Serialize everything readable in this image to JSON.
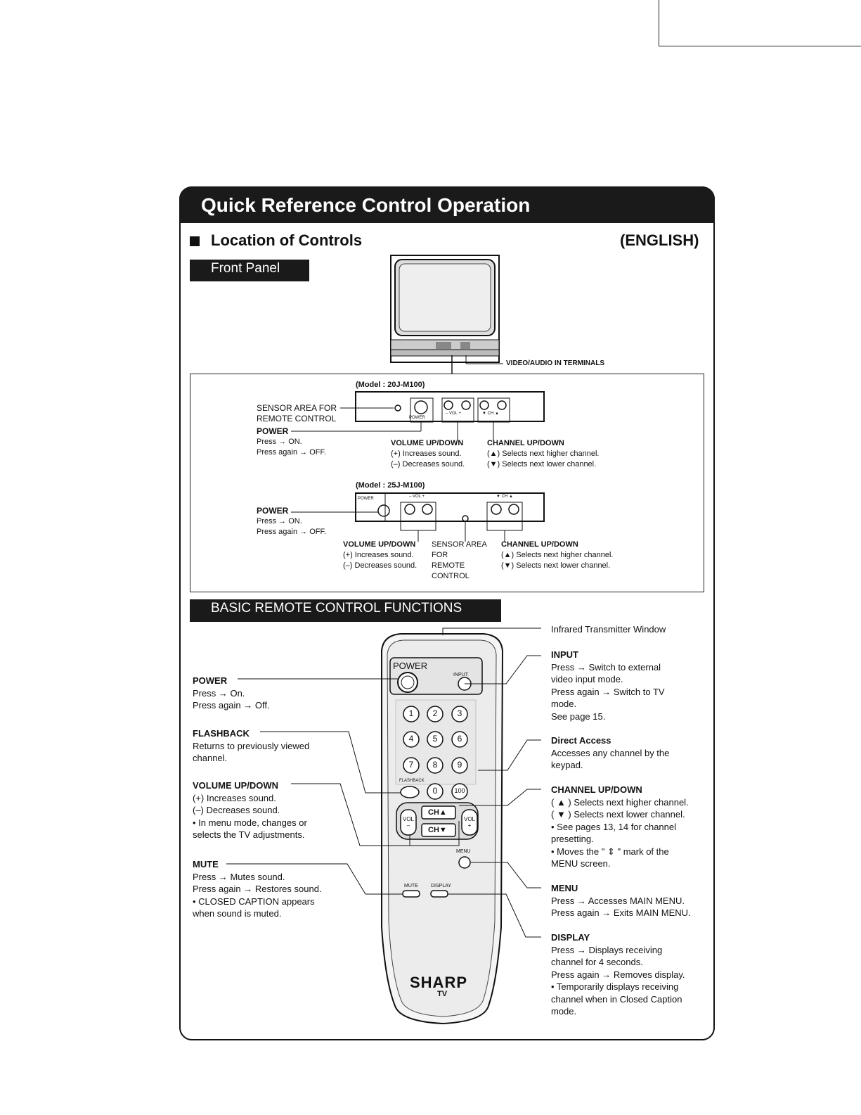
{
  "header": {
    "title": "Quick Reference Control Operation"
  },
  "section": {
    "title": "Location of Controls",
    "language": "(ENGLISH)"
  },
  "front_panel": {
    "tab": "Front Panel",
    "video_audio": "VIDEO/AUDIO IN TERMINALS",
    "model1": {
      "name": "(Model : 20J-M100)",
      "sensor": [
        "SENSOR AREA FOR",
        "REMOTE CONTROL"
      ],
      "power": {
        "title": "POWER",
        "lines": [
          "Press → ON.",
          "Press again → OFF."
        ]
      },
      "volume": {
        "title": "VOLUME UP/DOWN",
        "lines": [
          "(+) Increases sound.",
          "(–) Decreases sound."
        ]
      },
      "channel": {
        "title": "CHANNEL UP/DOWN",
        "lines": [
          "(▲) Selects next higher channel.",
          "(▼) Selects next lower channel."
        ]
      },
      "panel_labels": {
        "power": "POWER",
        "vol": "– VOL +",
        "ch": "▼ CH ▲"
      }
    },
    "model2": {
      "name": "(Model : 25J-M100)",
      "power": {
        "title": "POWER",
        "lines": [
          "Press → ON.",
          "Press again → OFF."
        ]
      },
      "volume": {
        "title": "VOLUME UP/DOWN",
        "lines": [
          "(+) Increases sound.",
          "(–) Decreases sound."
        ]
      },
      "sensor": [
        "SENSOR AREA",
        "FOR",
        "REMOTE",
        "CONTROL"
      ],
      "channel": {
        "title": "CHANNEL UP/DOWN",
        "lines": [
          "(▲) Selects next higher channel.",
          "(▼) Selects next lower channel."
        ]
      },
      "panel_labels": {
        "power": "POWER",
        "vol": "– VOL +",
        "ch": "▼ CH ▲"
      }
    }
  },
  "remote": {
    "tab": "BASIC REMOTE CONTROL FUNCTIONS",
    "left": {
      "power": {
        "title": "POWER",
        "lines": [
          "Press → On.",
          "Press again → Off."
        ]
      },
      "flashback": {
        "title": "FLASHBACK",
        "lines": [
          "Returns to previously viewed",
          "channel."
        ]
      },
      "volume": {
        "title": "VOLUME UP/DOWN",
        "lines": [
          "(+) Increases sound.",
          "(–) Decreases sound.",
          "• In menu mode, changes or",
          "   selects the TV adjustments."
        ]
      },
      "mute": {
        "title": "MUTE",
        "lines": [
          "Press → Mutes sound.",
          "Press again → Restores sound.",
          "• CLOSED CAPTION appears",
          "   when sound is muted."
        ]
      }
    },
    "right": {
      "infrared": "Infrared Transmitter Window",
      "input": {
        "title": "INPUT",
        "lines": [
          "Press → Switch to external",
          "video input mode.",
          "Press again → Switch to TV",
          "mode.",
          "See page 15."
        ]
      },
      "direct": {
        "title": "Direct Access",
        "lines": [
          "Accesses any channel by the",
          "keypad."
        ]
      },
      "channel": {
        "title": "CHANNEL UP/DOWN",
        "lines": [
          "( ▲ ) Selects next higher channel.",
          "( ▼ ) Selects next lower channel.",
          "• See pages 13, 14 for channel",
          "   presetting.",
          "• Moves the \" ⇕ \" mark of the",
          "   MENU screen."
        ]
      },
      "menu": {
        "title": "MENU",
        "lines": [
          "Press → Accesses MAIN MENU.",
          "Press again → Exits MAIN MENU."
        ]
      },
      "display": {
        "title": "DISPLAY",
        "lines": [
          "Press → Displays receiving",
          "channel for 4 seconds.",
          "Press again → Removes display.",
          "• Temporarily displays receiving",
          "   channel when in Closed Caption",
          "   mode."
        ]
      }
    },
    "device": {
      "power": "POWER",
      "input": "INPUT",
      "flashback": "FLASHBACK",
      "keys": [
        "1",
        "2",
        "3",
        "4",
        "5",
        "6",
        "7",
        "8",
        "9",
        "0",
        "100"
      ],
      "ch_up": "CH▲",
      "ch_down": "CH▼",
      "vol_minus": "VOL –",
      "vol_plus": "VOL +",
      "menu": "MENU",
      "mute": "MUTE",
      "display": "DISPLAY",
      "brand": "SHARP",
      "brand_sub": "TV"
    }
  }
}
